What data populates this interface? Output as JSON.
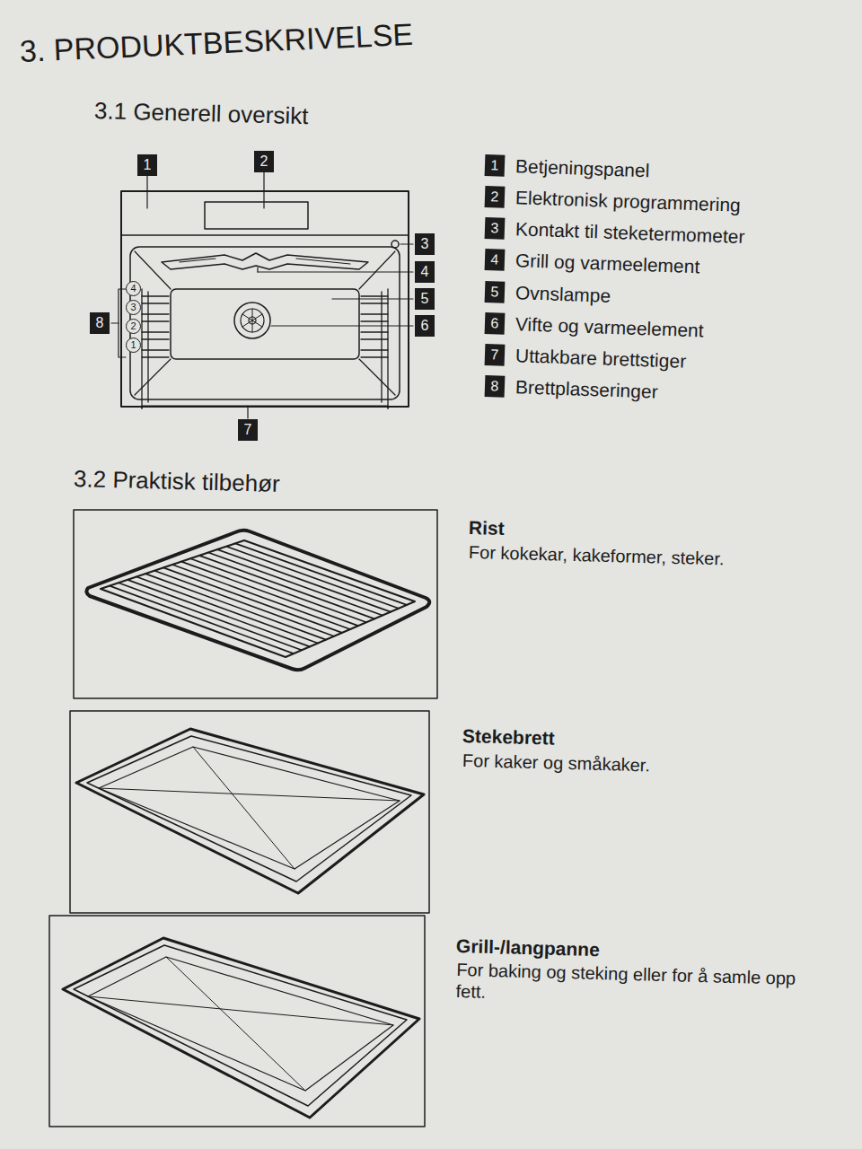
{
  "diagram": {
    "title": "3. PRODUKTBESKRIVELSE",
    "nodes": [
      {
        "text": [
          "1"
        ]
      },
      {
        "text": [
          "2"
        ]
      },
      {
        "text": [
          "3"
        ]
      },
      {
        "text": [
          "4"
        ]
      },
      {
        "text": [
          "5"
        ]
      },
      {
        "text": [
          "8"
        ]
      },
      {
        "text": [
          "6"
        ]
      },
      {
        "text": [
          "7"
        ]
      },
      {
        "text": [
          "1",
          "Betjeningspanel"
        ]
      },
      {
        "text": [
          "2",
          "Elektronisk programmering"
        ]
      },
      {
        "text": [
          "3",
          "Kontakt til steketermometer"
        ]
      },
      {
        "text": [
          "4",
          "Grill og varmeelement"
        ]
      },
      {
        "text": [
          "5",
          "Ovnslampe"
        ]
      },
      {
        "text": [
          "6",
          "Vifte og varmeelement"
        ]
      },
      {
        "text": [
          "7",
          "Uttakbare brettstiger"
        ]
      },
      {
        "text": [
          "8",
          "Brettplasseringer"
        ]
      },
      {
        "text": [
          "4"
        ]
      },
      {
        "text": [
          "3"
        ]
      },
      {
        "text": [
          "2"
        ]
      },
      {
        "text": [
          "1"
        ]
      }
    ],
    "labels": [
      "3.1 Generell oversikt",
      "3.2 Praktisk tilbehør",
      "Rist",
      "For kokekar, kakeformer, steker.",
      "Stekebrett",
      "For kaker og småkaker.",
      "Grill-/langpanne",
      "For baking og steking eller for å samle opp fett."
    ]
  }
}
